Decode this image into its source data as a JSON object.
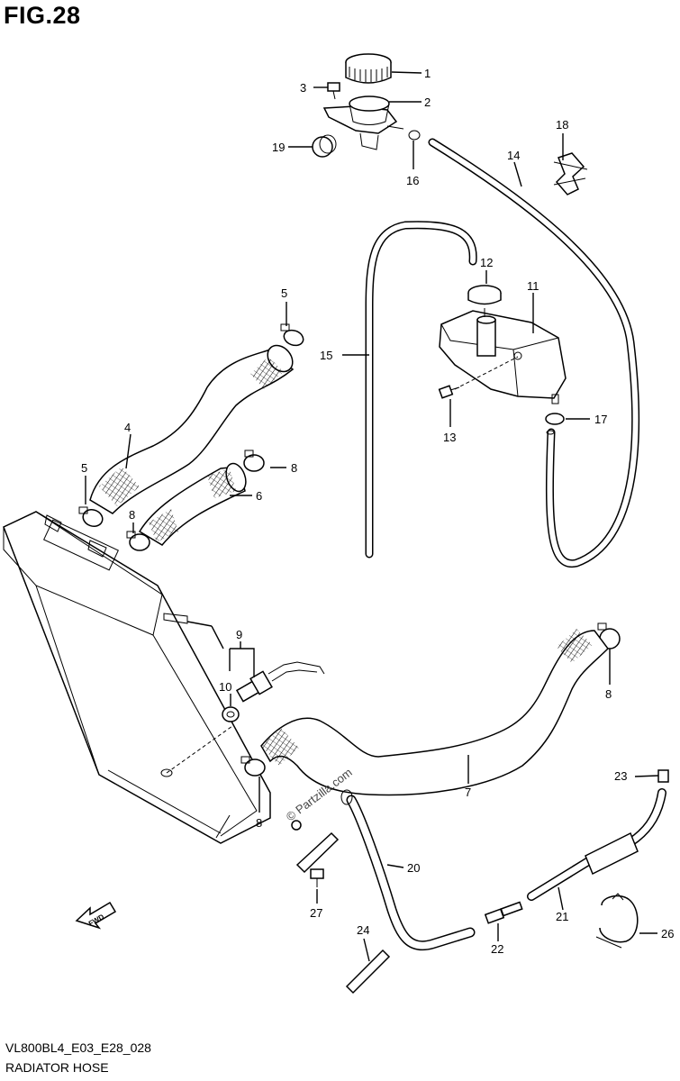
{
  "figure": {
    "title": "FIG.28",
    "code": "VL800BL4_E03_E28_028",
    "name": "RADIATOR HOSE",
    "watermark": "© Partzilla.com",
    "front_marker": "FWD"
  },
  "callouts": [
    "1",
    "2",
    "3",
    "4",
    "5",
    "5",
    "6",
    "7",
    "8",
    "8",
    "8",
    "8",
    "9",
    "10",
    "11",
    "12",
    "13",
    "14",
    "15",
    "16",
    "17",
    "18",
    "19",
    "20",
    "21",
    "22",
    "23",
    "24",
    "26",
    "27"
  ],
  "icons": {
    "front_arrow": "front-direction-arrow-icon",
    "hatch": "crosshatch-grip-icon"
  }
}
